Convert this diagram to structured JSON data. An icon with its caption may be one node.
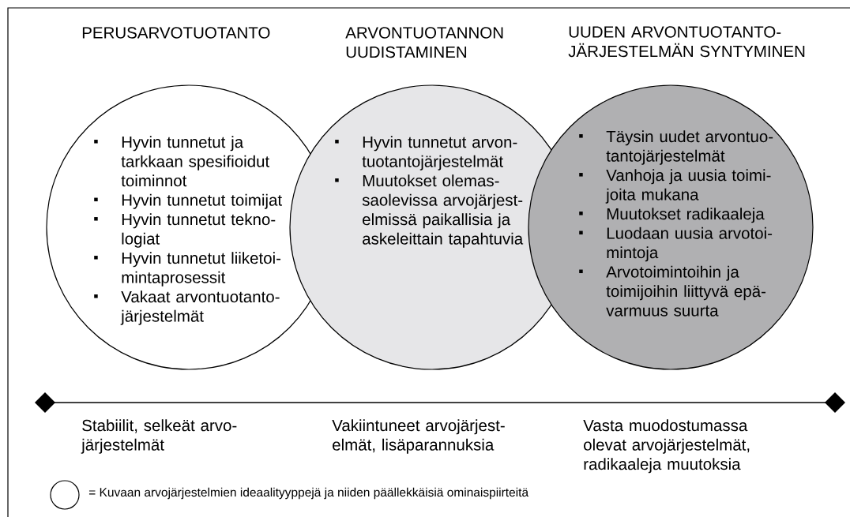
{
  "diagram": {
    "nodes": [
      {
        "text": [
          "PERUSARVOTUOTANTO",
          "Hyvin tunnetut ja tarkkaan spesifioidut toiminnot",
          "Hyvin tunnetut toimijat",
          "Hyvin tunnetut tekno- logiat",
          "Hyvin tunnetut liiketoi- mintaprosessit",
          "Vakaat arvontuotanto- järjestelmät"
        ]
      },
      {
        "text": [
          "ARVONTUOTANNON UUDISTAMINEN",
          "Hyvin tunnetut arvon- tuotantojärjestelmät",
          "Muutokset olemas- saolevissa arvojärjest- elmissä paikallisia ja askeleittain tapahtuvia"
        ]
      },
      {
        "text": [
          "UUDEN ARVONTUOTANTO- JÄRJESTELMÄN SYNTYMINEN",
          "Täysin uudet arvontuo- tantojärjestelmät",
          "Vanhoja ja uusia toimi- joita mukana",
          "Muutokset radikaaleja",
          "Luodaan uusia arvotoi- mintoja",
          "Arvotoimintoihin ja toimijoihin liittyvä epä- varmuus suurta"
        ]
      }
    ],
    "labels": [
      "Stabiilit, selkeät arvo- järjestelmät",
      "Vakiintuneet arvojärjest- elmät, lisäparannuksia",
      "Vasta muodostumassa olevat arvojärjestelmät, radikaaleja muutoksia"
    ],
    "legend": [
      {
        "text": "= Kuvaan arvojärjestelmien ideaalityyppejä ja niiden päällekkäisiä ominaispiirteitä"
      }
    ]
  }
}
